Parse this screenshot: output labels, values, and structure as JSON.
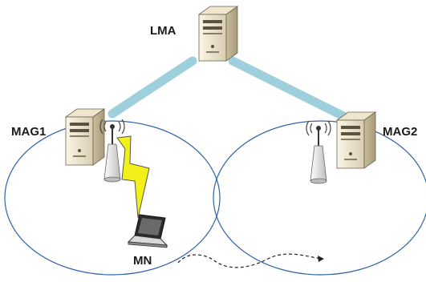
{
  "nodes": {
    "lma": {
      "label": "LMA"
    },
    "mag1": {
      "label": "MAG1"
    },
    "mag2": {
      "label": "MAG2"
    },
    "mn": {
      "label": "MN"
    }
  },
  "colors": {
    "link": "#9ecfdd",
    "cell_outline": "#2f63a8",
    "lightning": "#f3ef1a",
    "server_body": "#e8dfc8",
    "server_front": "#f6efdc"
  },
  "icons": [
    "server-icon",
    "antenna-icon",
    "laptop-icon",
    "lightning-icon"
  ]
}
